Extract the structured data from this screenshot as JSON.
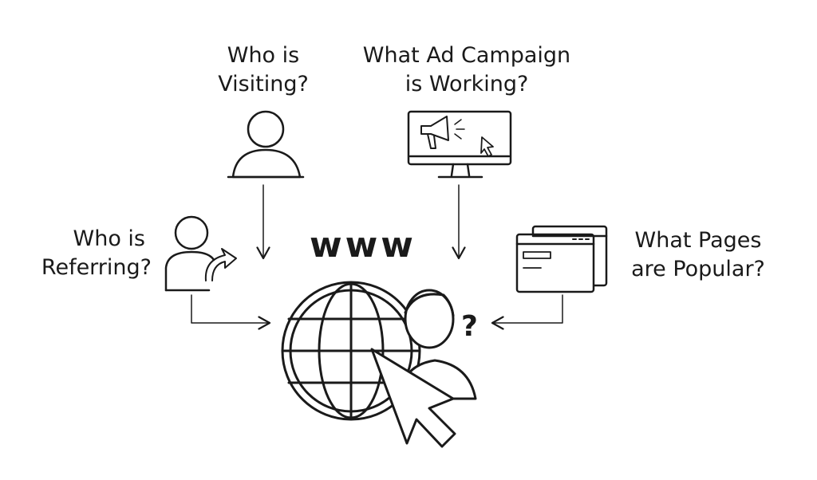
{
  "labels": {
    "visiting": [
      "Who is",
      "Visiting?"
    ],
    "campaign": [
      "What Ad Campaign",
      "is Working?"
    ],
    "referring": [
      "Who is",
      "Referring?"
    ],
    "pages": [
      "What Pages",
      "are Popular?"
    ],
    "www": "www",
    "question": "?"
  },
  "colors": {
    "ink": "#1a1a1a",
    "background": "#ffffff"
  }
}
